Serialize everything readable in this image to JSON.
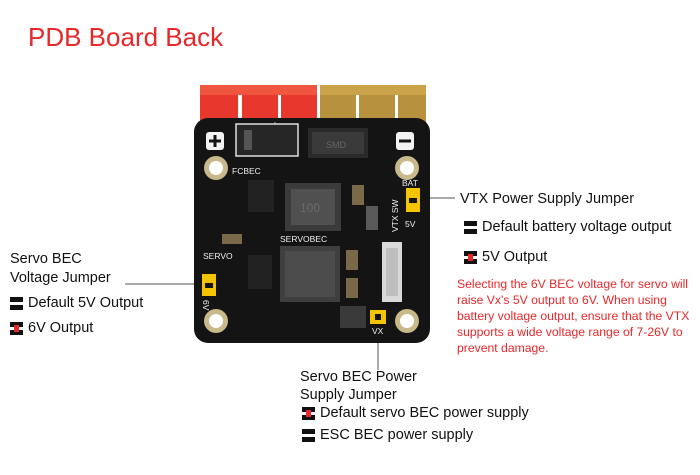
{
  "title": "PDB Board Back",
  "board": {
    "silkscreen": {
      "fcbec": "FCBEC",
      "servobec": "SERVOBEC",
      "servo": "SERVO",
      "vtx_sw": "VTX SW",
      "bat": "BAT",
      "five_v": "5V",
      "six_v": "6V",
      "vx": "VX",
      "inductor": "100"
    }
  },
  "vtx_jumper": {
    "title": "VTX Power Supply Jumper",
    "opt_default": "Default battery voltage output",
    "opt_alt": "5V Output",
    "warning": "Selecting the 6V BEC voltage for servo will raise Vx's 5V output to 6V. When using battery voltage output, ensure that the VTX supports a wide voltage range of 7-26V to prevent damage."
  },
  "servo_voltage_jumper": {
    "title_line1": "Servo BEC",
    "title_line2": "Voltage Jumper",
    "opt_default": "Default 5V Output",
    "opt_alt": "6V Output"
  },
  "servo_power_jumper": {
    "title_line1": "Servo BEC Power",
    "title_line2": "Supply Jumper",
    "opt_default": "Default servo BEC power supply",
    "opt_alt": "ESC BEC power supply"
  },
  "colors": {
    "title_red": "#e8272a",
    "jumper_yellow": "#f5c400",
    "jumper_red": "#e8272a",
    "pcb": "#141414"
  }
}
